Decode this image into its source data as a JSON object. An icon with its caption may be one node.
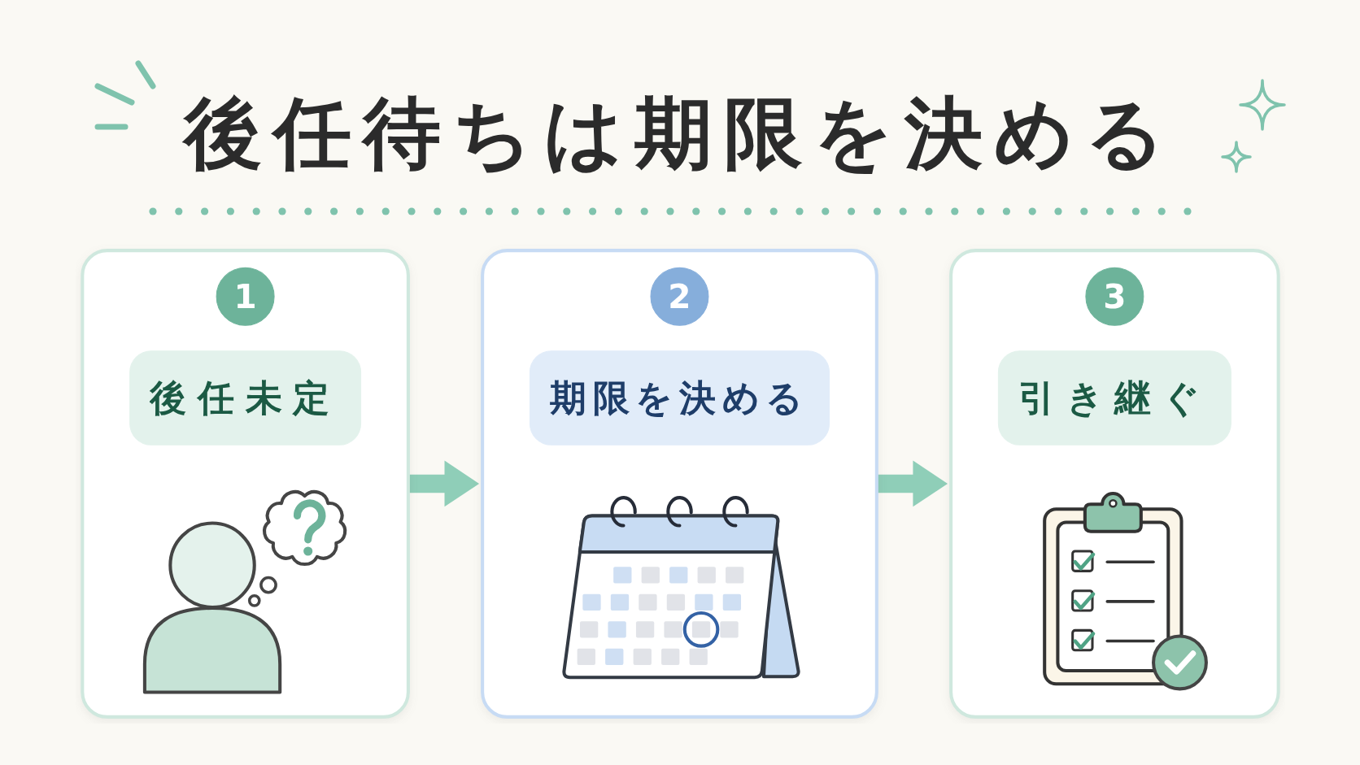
{
  "diagram": {
    "title": "後任待ちは期限を決める",
    "nodes": [
      {
        "text": [],
        "shape": "box"
      },
      {
        "text": [
          "1"
        ],
        "in": 0
      },
      {
        "text": [
          "後任未定"
        ],
        "in": 0
      },
      {
        "text": [],
        "shape": "box"
      },
      {
        "text": [
          "2"
        ],
        "in": 3
      },
      {
        "text": [
          "期限を決める"
        ],
        "in": 3
      },
      {
        "text": [],
        "shape": "box"
      },
      {
        "text": [
          "3"
        ],
        "in": 6
      },
      {
        "text": [
          "引き継ぐ"
        ],
        "in": 6
      }
    ],
    "edges": [
      {
        "from": 0,
        "to": 3,
        "arrow": "to"
      },
      {
        "from": 3,
        "to": 6,
        "arrow": "to"
      }
    ]
  }
}
